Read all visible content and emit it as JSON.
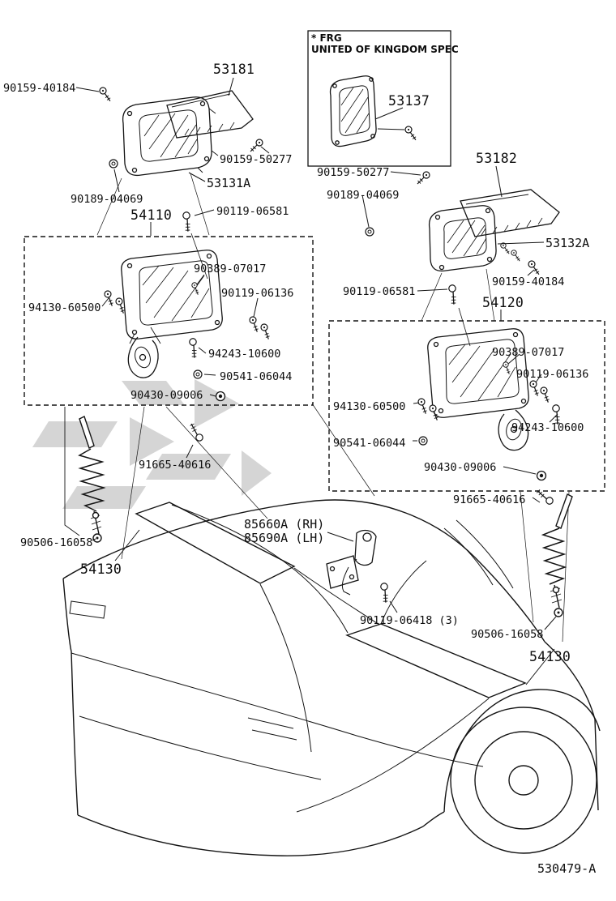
{
  "diagram": {
    "uk_spec": {
      "line1": "* FRG",
      "line2": "UNITED OF KINGDOM SPEC"
    }
  },
  "labels": [
    {
      "name": "90159-40184-topleft",
      "text": "90159-40184"
    },
    {
      "name": "53181",
      "text": "53181"
    },
    {
      "name": "53137",
      "text": "53137"
    },
    {
      "name": "90159-50277-left",
      "text": "90159-50277"
    },
    {
      "name": "53131A",
      "text": "53131A"
    },
    {
      "name": "90189-04069-left",
      "text": "90189-04069"
    },
    {
      "name": "54110",
      "text": "54110"
    },
    {
      "name": "90119-06581-left",
      "text": "90119-06581"
    },
    {
      "name": "90159-50277-right",
      "text": "90159-50277"
    },
    {
      "name": "53182",
      "text": "53182"
    },
    {
      "name": "90189-04069-right",
      "text": "90189-04069"
    },
    {
      "name": "53132A",
      "text": "53132A"
    },
    {
      "name": "90389-07017-left",
      "text": "90389-07017"
    },
    {
      "name": "90159-40184-right",
      "text": "90159-40184"
    },
    {
      "name": "90119-06136-left",
      "text": "90119-06136"
    },
    {
      "name": "90119-06581-right",
      "text": "90119-06581"
    },
    {
      "name": "94130-60500-left",
      "text": "94130-60500"
    },
    {
      "name": "54120",
      "text": "54120"
    },
    {
      "name": "94243-10600-left",
      "text": "94243-10600"
    },
    {
      "name": "90389-07017-right",
      "text": "90389-07017"
    },
    {
      "name": "90541-06044-left",
      "text": "90541-06044"
    },
    {
      "name": "90119-06136-right",
      "text": "90119-06136"
    },
    {
      "name": "90430-09006-left",
      "text": "90430-09006"
    },
    {
      "name": "94130-60500-right",
      "text": "94130-60500"
    },
    {
      "name": "94243-10600-right",
      "text": "94243-10600"
    },
    {
      "name": "90541-06044-right",
      "text": "90541-06044"
    },
    {
      "name": "91665-40616-left",
      "text": "91665-40616"
    },
    {
      "name": "90430-09006-right",
      "text": "90430-09006"
    },
    {
      "name": "91665-40616-right",
      "text": "91665-40616"
    },
    {
      "name": "85660A-RH",
      "text": "85660A (RH)"
    },
    {
      "name": "85690A-LH",
      "text": "85690A (LH)"
    },
    {
      "name": "90506-16058-left",
      "text": "90506-16058"
    },
    {
      "name": "54130-left",
      "text": "54130"
    },
    {
      "name": "90119-06418",
      "text": "90119-06418 (3)"
    },
    {
      "name": "90506-16058-right",
      "text": "90506-16058"
    },
    {
      "name": "54130-right",
      "text": "54130"
    },
    {
      "name": "diagram-code",
      "text": "530479-A"
    }
  ]
}
